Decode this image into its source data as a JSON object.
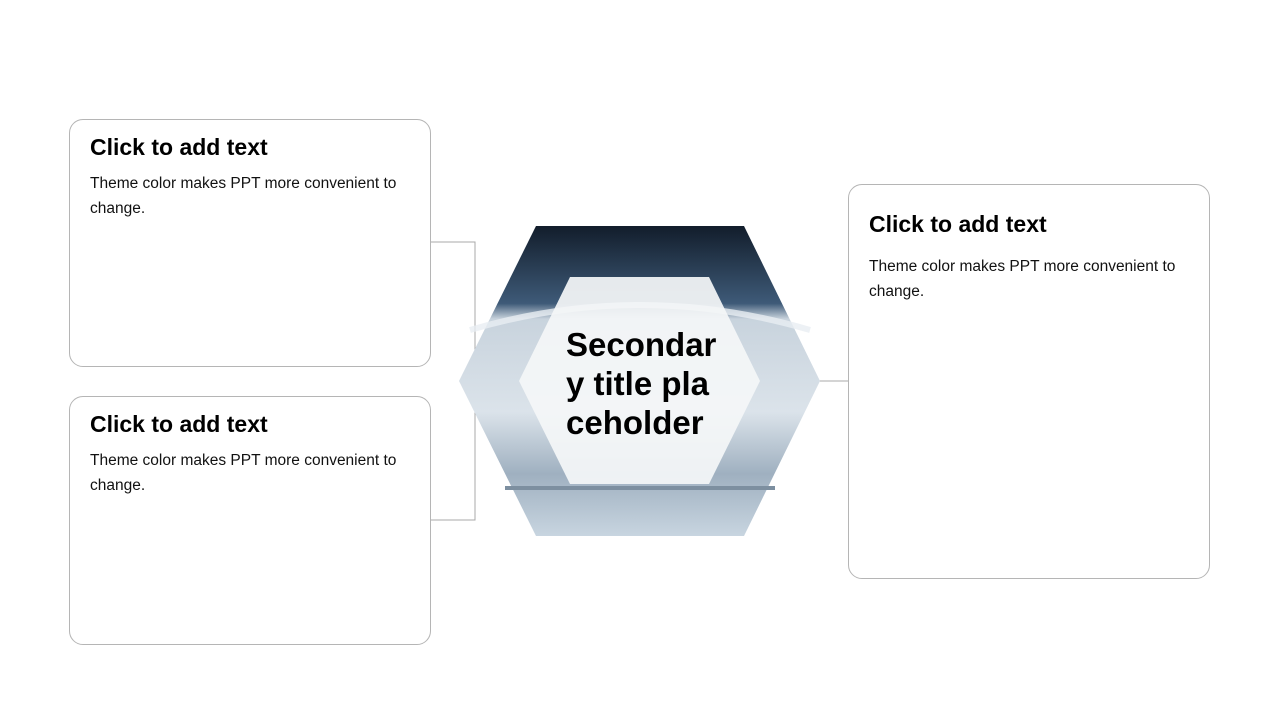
{
  "cards": [
    {
      "title": "Click to add text",
      "body": "Theme color makes PPT more convenient to change."
    },
    {
      "title": "Click to add text",
      "body": "Theme color makes PPT more convenient to change."
    },
    {
      "title": "Click to add text",
      "body": "Theme color makes PPT more convenient to change."
    }
  ],
  "center": {
    "title": "Secondary title placeholder"
  }
}
